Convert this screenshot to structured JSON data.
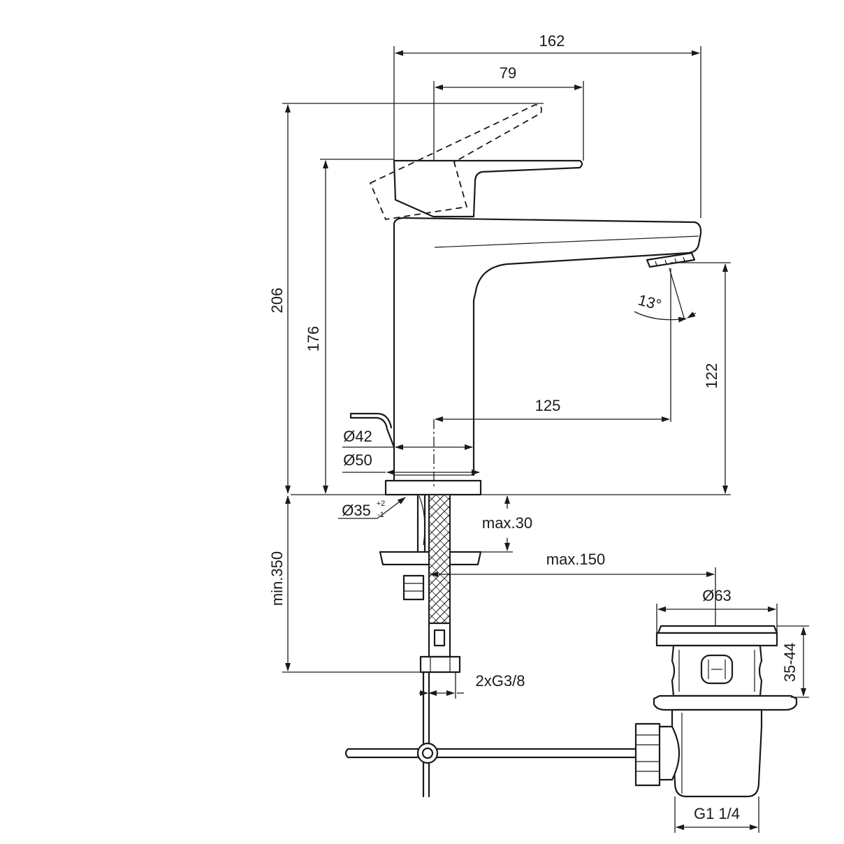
{
  "dimensions": {
    "width_total": "162",
    "lever_reach": "79",
    "height_total": "206",
    "height_body": "176",
    "spout_clearance": "122",
    "spout_projection": "125",
    "aerator_angle": "13°",
    "dia_body": "Ø42",
    "dia_base": "Ø50",
    "hole_dia": "Ø35",
    "hole_tol_plus": "+2",
    "hole_tol_minus": "-1",
    "max_thickness": "max.30",
    "max_hose_reach": "max.150",
    "min_hose_length": "min.350",
    "hose_thread": "2xG3/8",
    "waste_dia": "Ø63",
    "waste_height": "35-44",
    "waste_thread": "G1 1/4"
  }
}
